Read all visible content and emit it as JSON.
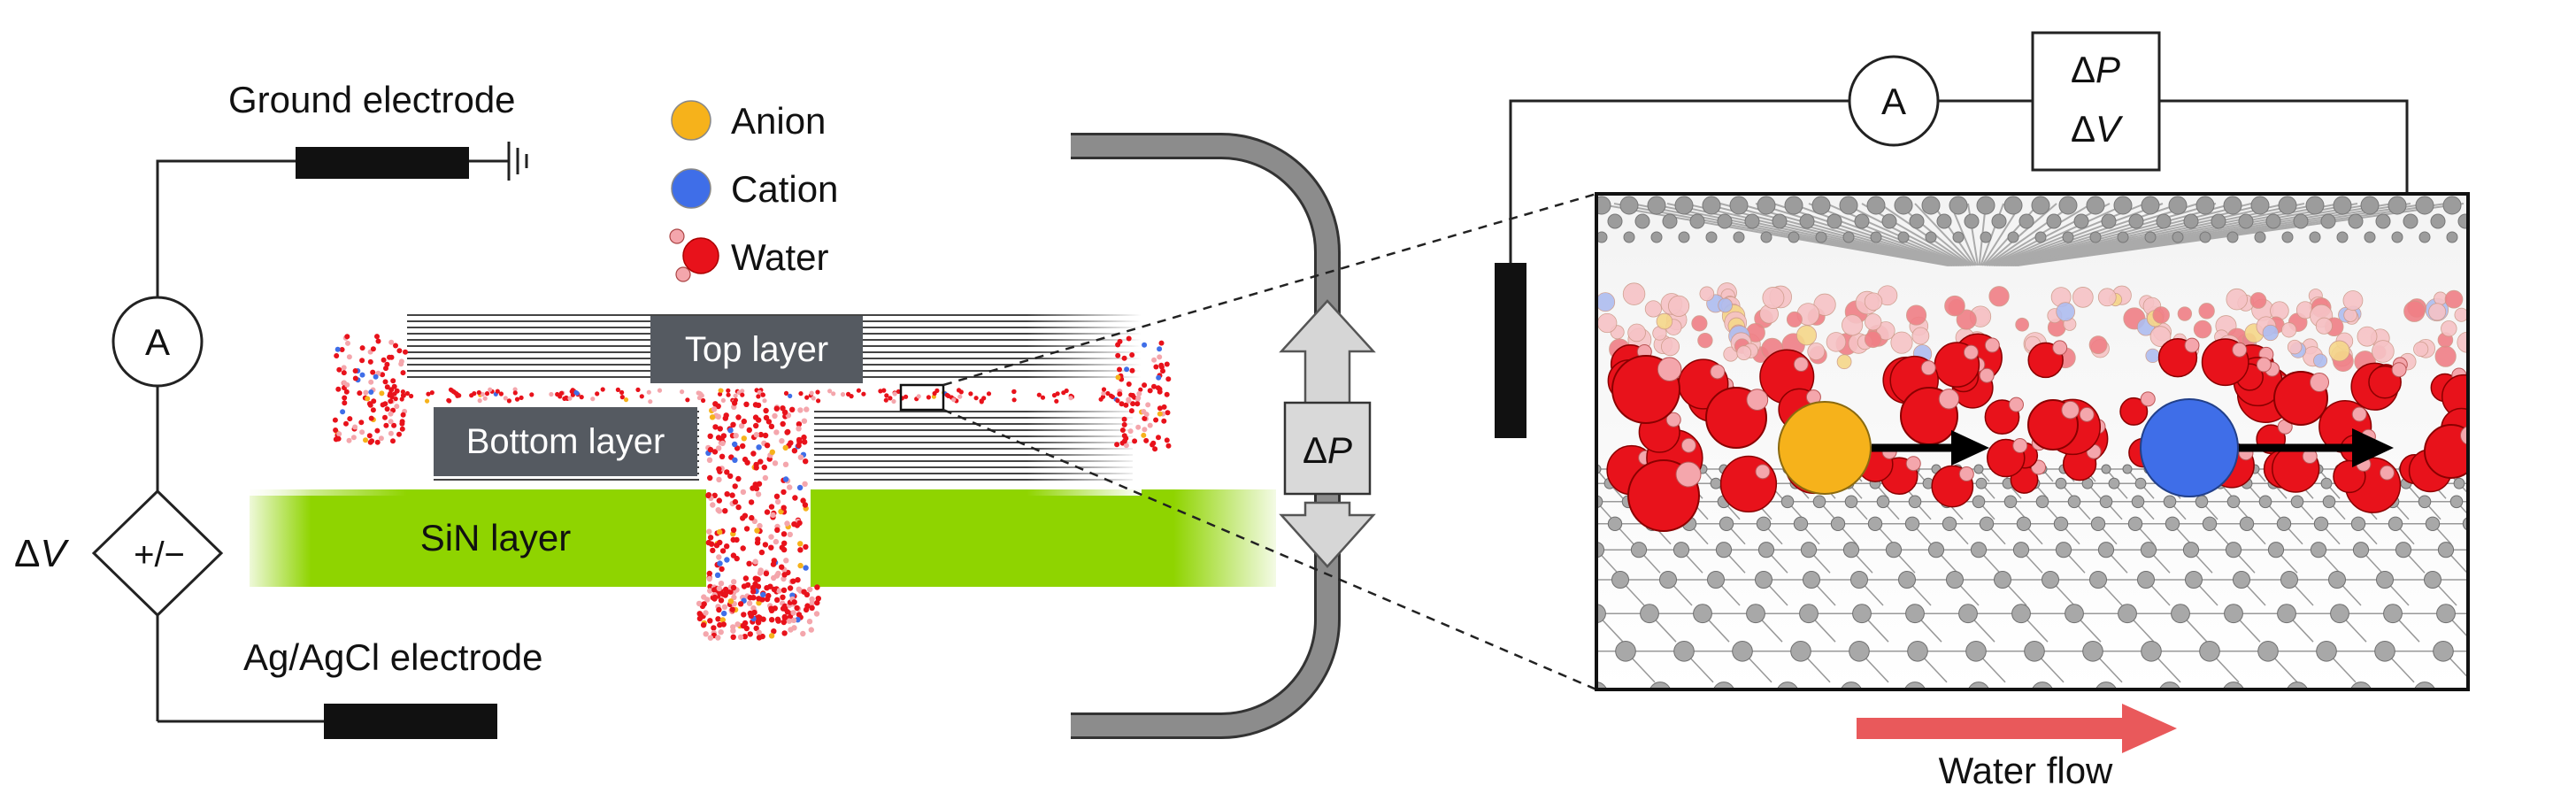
{
  "labels": {
    "ground_electrode": "Ground electrode",
    "ag_electrode": "Ag/AgCl electrode",
    "ammeter_left": "A",
    "ammeter_right": "A",
    "source": "+/−",
    "delta": "Δ",
    "v": "V",
    "p": "P",
    "top_layer": "Top layer",
    "bottom_layer": "Bottom layer",
    "sin_layer": "SiN layer",
    "water_flow": "Water flow"
  },
  "legend": [
    {
      "label": "Anion",
      "color": "#f6b21b"
    },
    {
      "label": "Cation",
      "color": "#3f6ee8"
    },
    {
      "label": "Water",
      "color": "#e8121b"
    }
  ],
  "colors": {
    "sin_green": "#8fd400",
    "box_gray": "#555a61",
    "water_red": "#e8121b",
    "light_red": "#f4a6ac",
    "anion": "#f6b21b",
    "cation": "#3f6ee8",
    "arrow_red": "#e9595b",
    "pipe_gray": "#8c8c8c"
  }
}
